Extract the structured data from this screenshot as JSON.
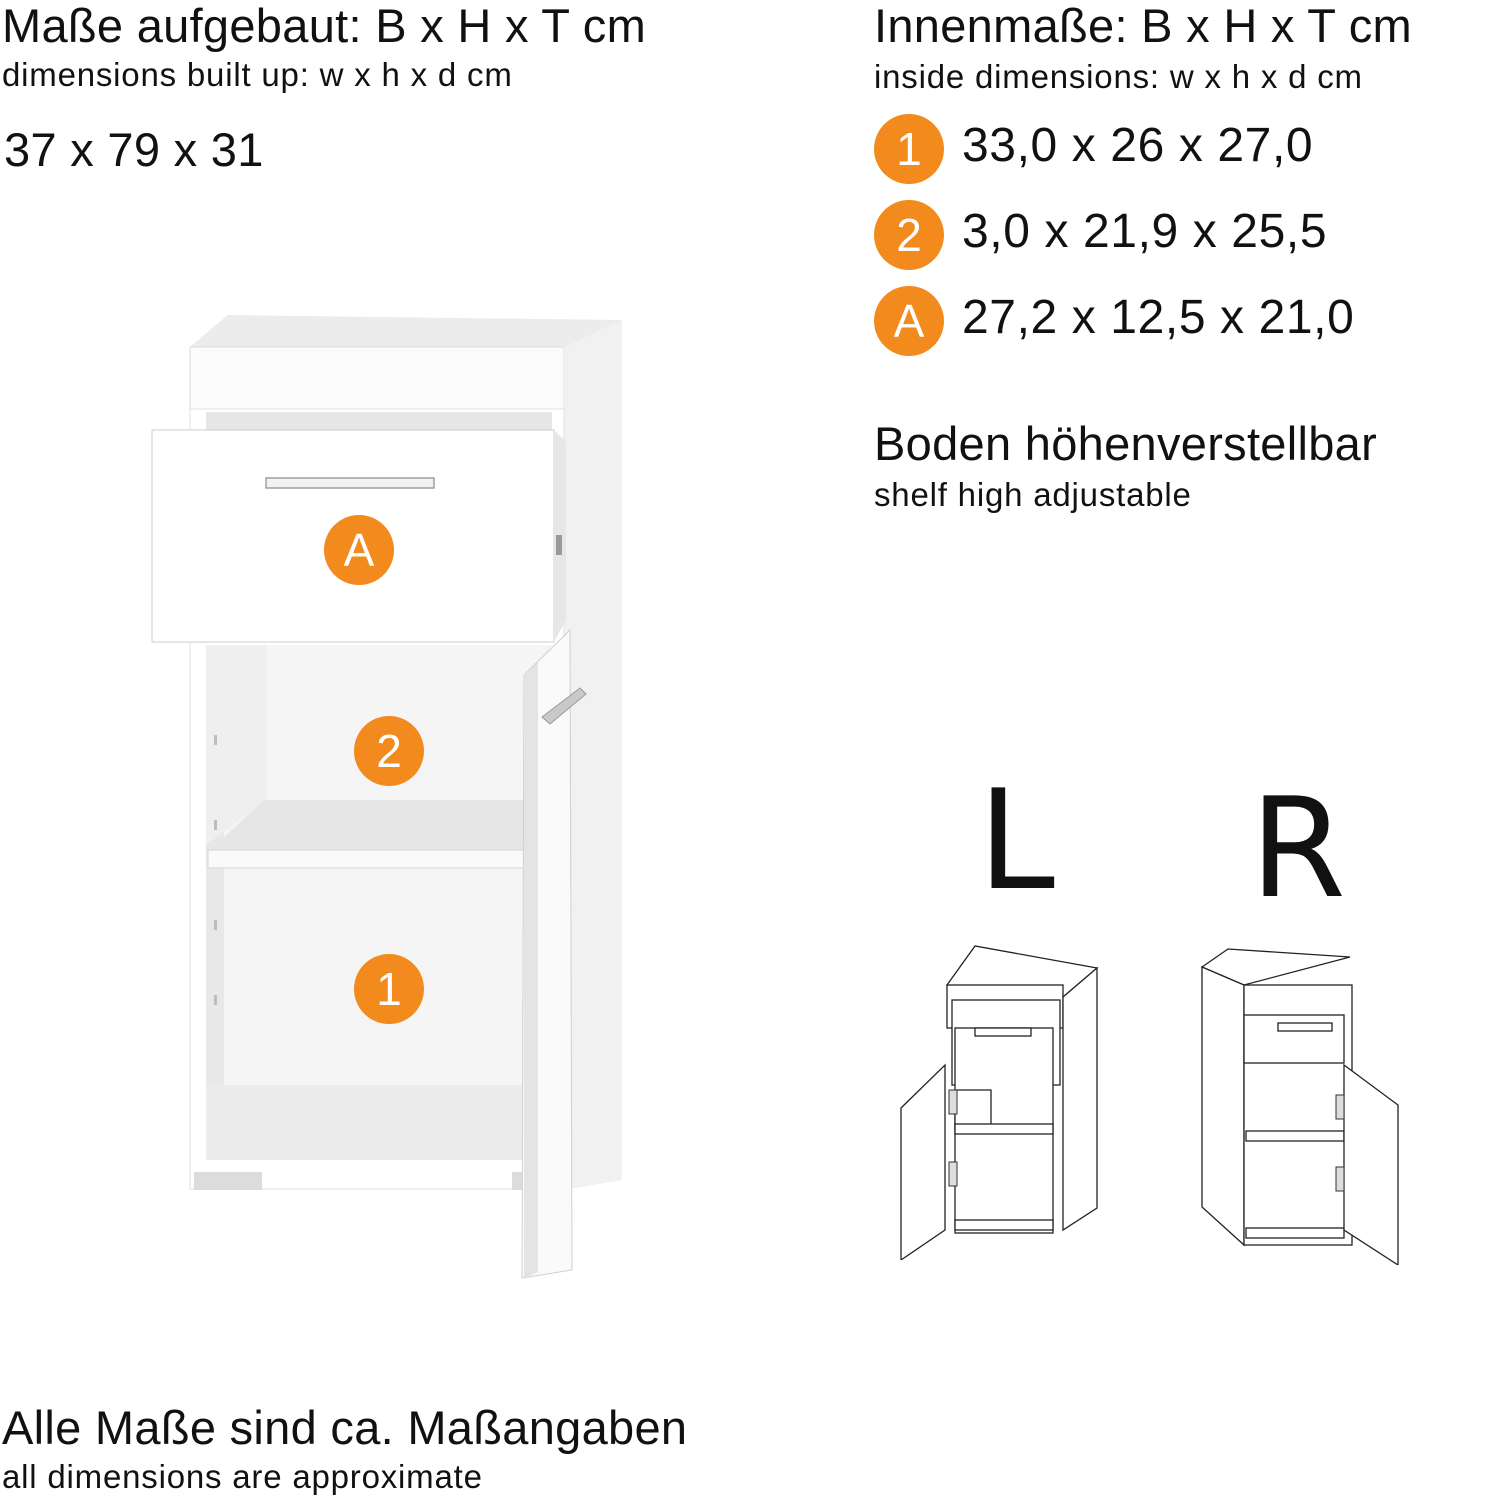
{
  "outer": {
    "title_de": "Maße aufgebaut: B x H x T cm",
    "title_en": "dimensions built up: w x h x d cm",
    "value": "37 x 79 x 31"
  },
  "inner": {
    "title_de": "Innenmaße: B x H x T cm",
    "title_en": "inside dimensions: w x h x d cm",
    "rows": [
      {
        "badge": "1",
        "value": "33,0 x 26 x 27,0"
      },
      {
        "badge": "2",
        "value": "3,0 x 21,9 x 25,5"
      },
      {
        "badge": "A",
        "value": "27,2 x 12,5 x 21,0"
      }
    ]
  },
  "shelf": {
    "title_de": "Boden höhenverstellbar",
    "title_en": "shelf high adjustable"
  },
  "cabinet_labels": {
    "drawer": "A",
    "upper": "2",
    "lower": "1"
  },
  "variants": {
    "left": "L",
    "right": "R"
  },
  "footer": {
    "title_de": "Alle Maße sind ca. Maßangaben",
    "title_en": "all dimensions are approximate"
  },
  "colors": {
    "badge": "#f28a1e",
    "text": "#111111",
    "line": "#222222"
  }
}
